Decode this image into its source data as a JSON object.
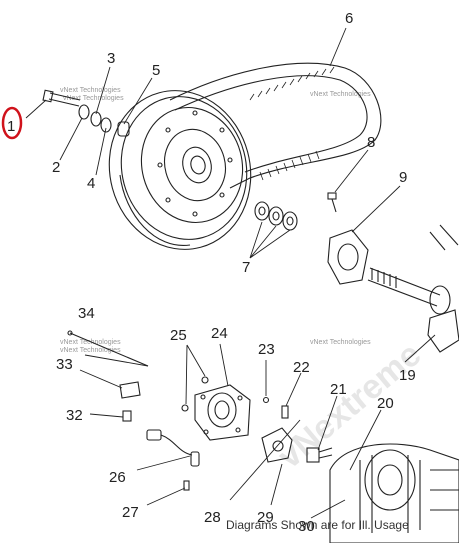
{
  "diagram": {
    "callouts": {
      "c1": "1",
      "c2": "2",
      "c3": "3",
      "c4": "4",
      "c5": "5",
      "c6": "6",
      "c7": "7",
      "c8": "8",
      "c9": "9",
      "c19": "19",
      "c20": "20",
      "c21": "21",
      "c22": "22",
      "c23": "23",
      "c24": "24",
      "c25": "25",
      "c26": "26",
      "c27": "27",
      "c28": "28",
      "c29": "29",
      "c30": "30",
      "c32": "32",
      "c33": "33",
      "c34": "34"
    },
    "watermark": "vNext Technologies",
    "big_watermark": "vNextreme",
    "disclaimer": "Diagrams Shown are for Ill. Usage",
    "highlight_color": "#d0121b"
  }
}
